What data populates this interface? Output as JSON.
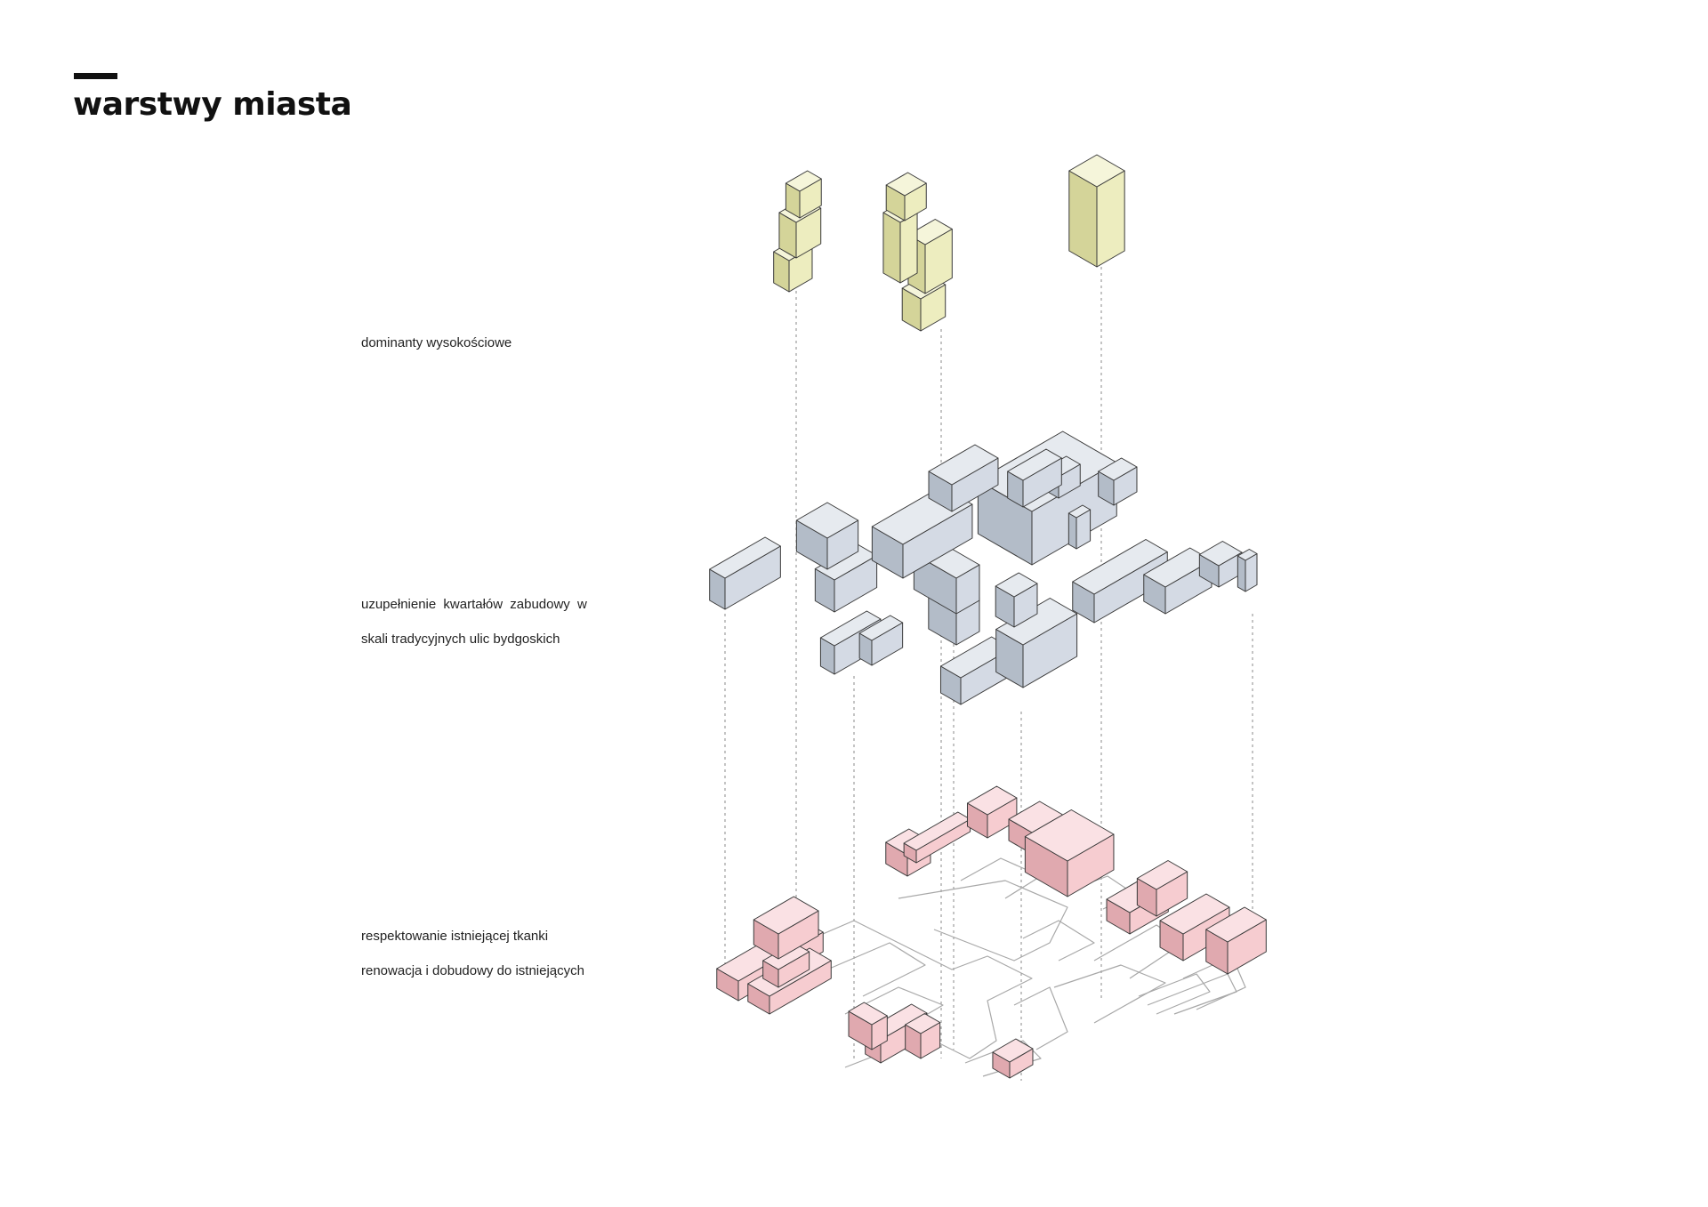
{
  "title": "warstwy miasta",
  "layers": [
    {
      "id": "dominants",
      "lines": [
        "dominanty wysokościowe"
      ],
      "color": "#e6e6a6"
    },
    {
      "id": "infill",
      "lines": [
        "uzupełnienie kwartałów zabudowy w",
        "skali tradycyjnych ulic bydgoskich"
      ],
      "color": "#c3ccd9"
    },
    {
      "id": "existing",
      "lines": [
        "respektowanie istniejącej tkanki",
        "renowacja i dobudowy do istniejących"
      ],
      "color": "#f3b8be"
    }
  ]
}
